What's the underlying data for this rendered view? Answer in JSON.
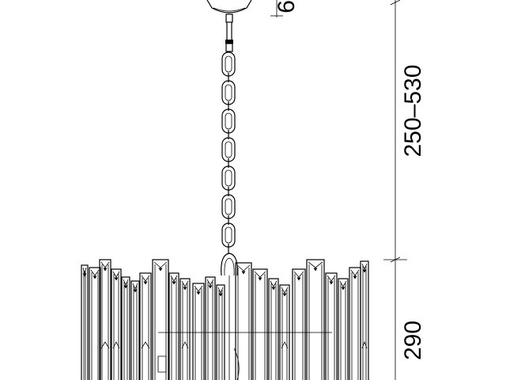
{
  "dimensions": {
    "chain_range": "250–530",
    "body_height": "290",
    "canopy_partial": "6"
  },
  "colors": {
    "line": "#000000",
    "background": "#ffffff"
  }
}
